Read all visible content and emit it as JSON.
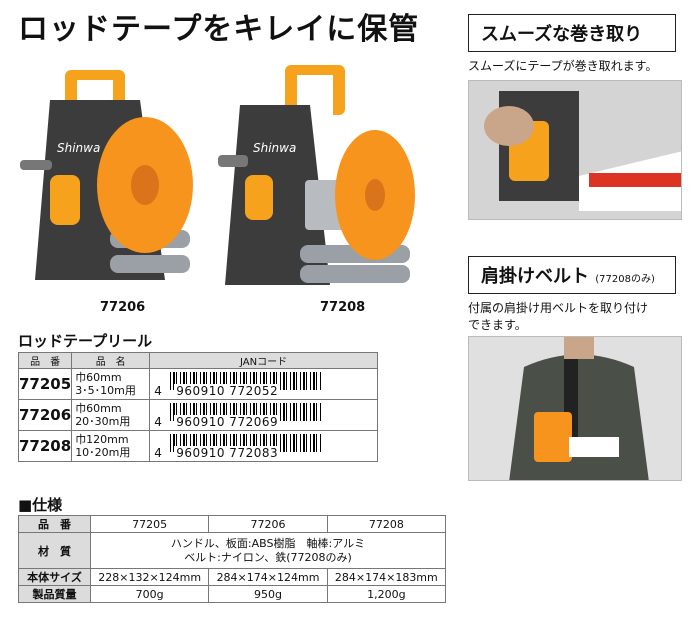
{
  "title": "ロッドテープをキレイに保管",
  "products": [
    {
      "model": "77206",
      "logo": "Shinwa"
    },
    {
      "model": "77208",
      "logo": "Shinwa"
    }
  ],
  "feature1": {
    "title": "スムーズな巻き取り",
    "desc": "スムーズにテープが巻き取れます。"
  },
  "feature2": {
    "title": "肩掛けベルト",
    "note": "(77208のみ)",
    "desc_line1": "付属の肩掛け用ベルトを取り付け",
    "desc_line2": "できます。"
  },
  "lineup": {
    "heading": "ロッドテープリール",
    "headers": [
      "品　番",
      "品　名",
      "JANコード"
    ],
    "rows": [
      {
        "code": "77205",
        "name1": "巾60mm",
        "name2": "3･5･10m用",
        "jan_first": "4",
        "jan_rest": "960910 772052"
      },
      {
        "code": "77206",
        "name1": "巾60mm",
        "name2": "20･30m用",
        "jan_first": "4",
        "jan_rest": "960910 772069"
      },
      {
        "code": "77208",
        "name1": "巾120mm",
        "name2": "10･20m用",
        "jan_first": "4",
        "jan_rest": "960910 772083"
      }
    ]
  },
  "spec": {
    "heading": "■仕様",
    "col_label": "品　番",
    "models": [
      "77205",
      "77206",
      "77208"
    ],
    "material_label": "材　質",
    "material_line1": "ハンドル、板面:ABS樹脂　軸棒:アルミ",
    "material_line2": "ベルト:ナイロン、鉄(77208のみ)",
    "size_label": "本体サイズ",
    "sizes": [
      "228×132×124mm",
      "284×174×124mm",
      "284×174×183mm"
    ],
    "weight_label": "製品質量",
    "weights": [
      "700g",
      "950g",
      "1,200g"
    ]
  },
  "colors": {
    "accent": "#f7941d",
    "frame": "#3c3c3c"
  }
}
